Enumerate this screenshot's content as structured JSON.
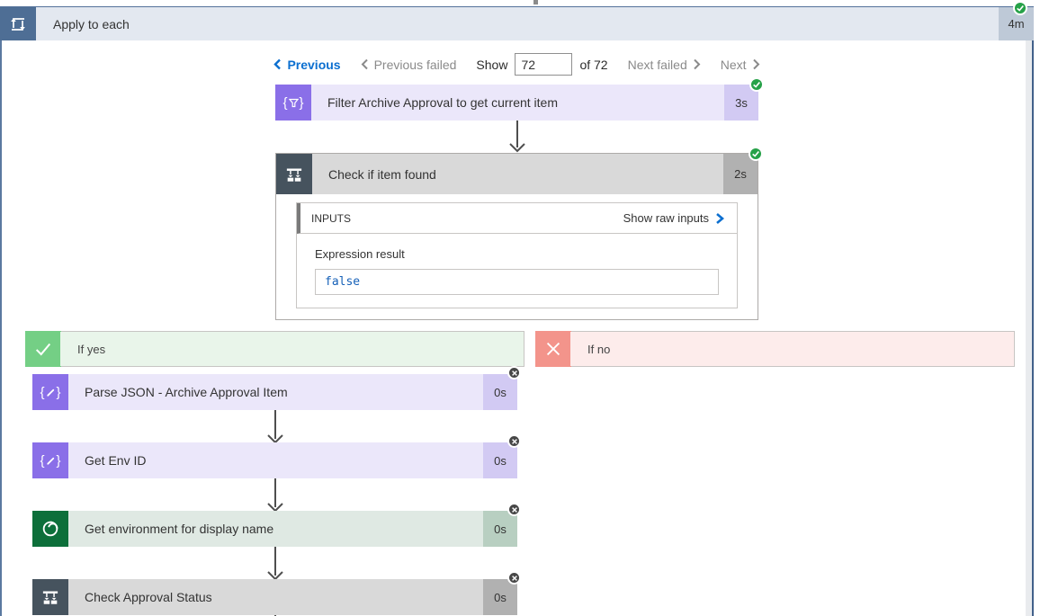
{
  "scope": {
    "title": "Apply to each",
    "duration": "4m",
    "status": "succeeded"
  },
  "nav": {
    "previous": "Previous",
    "previous_failed": "Previous failed",
    "show_label": "Show",
    "value": "72",
    "of_label": "of 72",
    "next_failed": "Next failed",
    "next": "Next"
  },
  "filter": {
    "title": "Filter Archive Approval to get current item",
    "duration": "3s",
    "status": "succeeded"
  },
  "condition": {
    "title": "Check if item found",
    "duration": "2s",
    "status": "succeeded",
    "inputs_label": "INPUTS",
    "show_raw_label": "Show raw inputs",
    "expression_label": "Expression result",
    "expression_value": "false"
  },
  "branches": {
    "yes": {
      "label": "If yes"
    },
    "no": {
      "label": "If no"
    }
  },
  "steps": [
    {
      "title": "Parse JSON - Archive Approval Item",
      "duration": "0s",
      "status": "skipped",
      "icon": "parse-json-icon"
    },
    {
      "title": "Get Env ID",
      "duration": "0s",
      "status": "skipped",
      "icon": "parse-json-icon"
    },
    {
      "title": "Get environment for display name",
      "duration": "0s",
      "status": "skipped",
      "icon": "power-platform-icon"
    },
    {
      "title": "Check Approval Status",
      "duration": "0s",
      "status": "skipped",
      "icon": "condition-icon"
    }
  ],
  "icons": {
    "scope": "apply-to-each-loop-icon",
    "filter": "filter-braces-icon",
    "condition": "condition-split-icon",
    "success": "green-check-badge",
    "skipped": "gray-x-badge",
    "branch_yes": "check-icon",
    "branch_no": "cross-icon"
  },
  "colors": {
    "scope_icon": "#4e6e95",
    "scope_bar": "#e3e8f0",
    "success_green": "#26a148",
    "purple_icon": "#8a6fe8",
    "purple_body": "#ebe7fa",
    "slate_icon": "#46535e",
    "gray_body": "#d9d9d9",
    "connector_green": "#0d6f3a",
    "if_yes_icon": "#74cf85",
    "if_no_icon": "#f3948b",
    "link_blue": "#0b6fd0",
    "expression_blue": "#1560b8"
  }
}
